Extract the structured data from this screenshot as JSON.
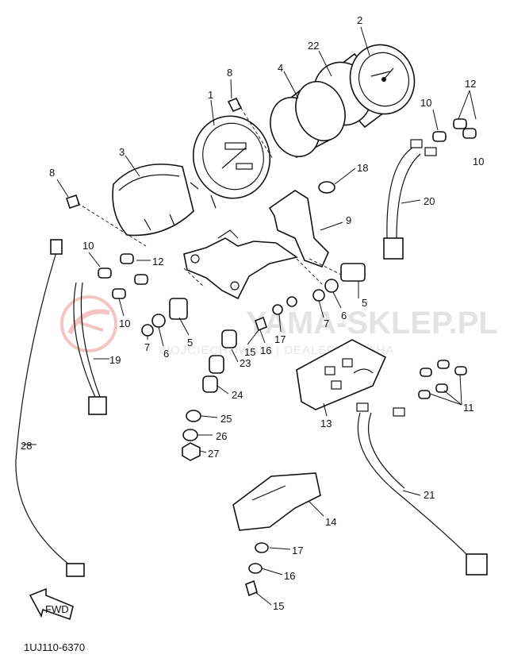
{
  "diagram": {
    "callouts": [
      {
        "label": "2"
      },
      {
        "label": "22"
      },
      {
        "label": "4"
      },
      {
        "label": "8"
      },
      {
        "label": "1"
      },
      {
        "label": "12"
      },
      {
        "label": "10"
      },
      {
        "label": "10"
      },
      {
        "label": "3"
      },
      {
        "label": "18"
      },
      {
        "label": "20"
      },
      {
        "label": "8"
      },
      {
        "label": "9"
      },
      {
        "label": "10"
      },
      {
        "label": "12"
      },
      {
        "label": "10"
      },
      {
        "label": "5"
      },
      {
        "label": "7"
      },
      {
        "label": "6"
      },
      {
        "label": "17"
      },
      {
        "label": "16"
      },
      {
        "label": "15"
      },
      {
        "label": "5"
      },
      {
        "label": "6"
      },
      {
        "label": "7"
      },
      {
        "label": "19"
      },
      {
        "label": "23"
      },
      {
        "label": "24"
      },
      {
        "label": "25"
      },
      {
        "label": "26"
      },
      {
        "label": "27"
      },
      {
        "label": "13"
      },
      {
        "label": "11"
      },
      {
        "label": "28"
      },
      {
        "label": "21"
      },
      {
        "label": "14"
      },
      {
        "label": "17"
      },
      {
        "label": "16"
      },
      {
        "label": "15"
      }
    ],
    "fwd_label": "FWD",
    "drawing_code": "1UJ110-6370"
  },
  "watermark": {
    "brand": "YAMA-SKLEP.PL",
    "tagline": "WOJCIECHOWSKI | DEALER YAMAHA"
  }
}
